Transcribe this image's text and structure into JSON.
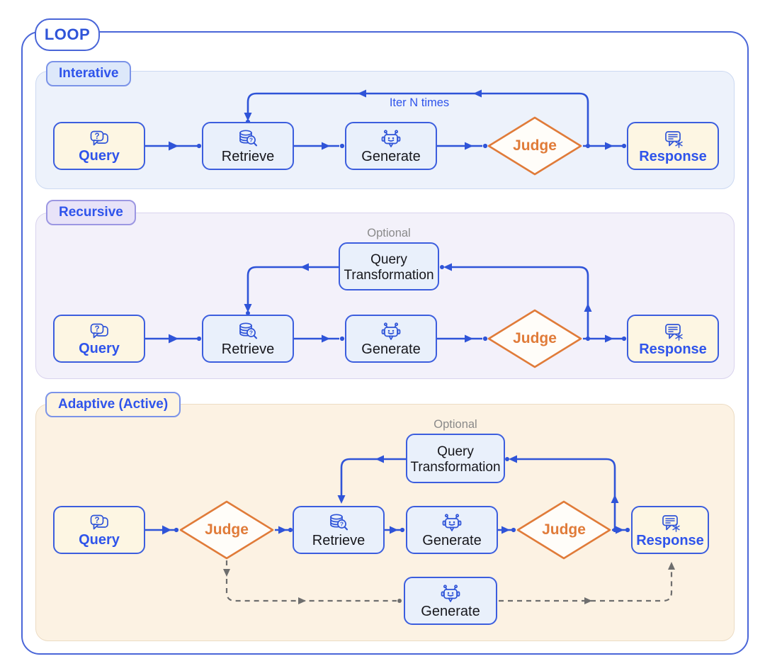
{
  "loop_label": "LOOP",
  "panels": [
    {
      "badge": "Interative"
    },
    {
      "badge": "Recursive"
    },
    {
      "badge": "Adaptive (Active)"
    }
  ],
  "labels": {
    "query": "Query",
    "retrieve": "Retrieve",
    "generate": "Generate",
    "judge": "Judge",
    "response": "Response",
    "query_transformation": "Query Transformation",
    "iter_n_times": "Iter N times",
    "optional": "Optional"
  },
  "icons": {
    "query": "question-chat-bubble-icon",
    "retrieve": "database-search-icon",
    "generate": "robot-chat-icon",
    "response": "chat-lines-snowflake-icon"
  },
  "colors": {
    "accent_blue": "#2f54d8",
    "judge_orange": "#e07b39",
    "panel_iterative_bg": "#edf2fb",
    "panel_recursive_bg": "#f3f1fa",
    "panel_adaptive_bg": "#fcf2e3",
    "io_node_bg": "#fdf6e3",
    "process_node_bg": "#e9f0fb",
    "dashed_line_gray": "#6e6e6e"
  }
}
